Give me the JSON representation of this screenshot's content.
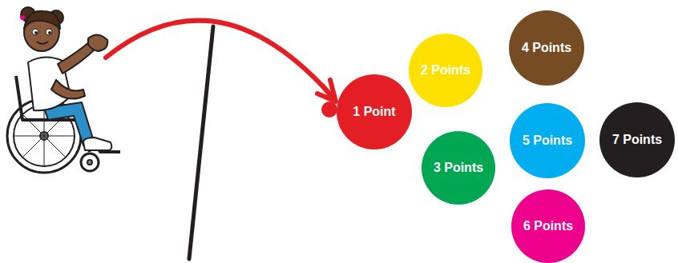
{
  "diagram": {
    "nodes": [
      {
        "text": [
          "1 Point"
        ]
      },
      {
        "text": [
          "2 Points"
        ]
      },
      {
        "text": [
          "3 Points"
        ]
      },
      {
        "text": [
          "4 Points"
        ]
      },
      {
        "text": [
          "5 Points"
        ]
      },
      {
        "text": [
          "6 Points"
        ]
      },
      {
        "text": [
          "7 Points"
        ]
      }
    ]
  }
}
